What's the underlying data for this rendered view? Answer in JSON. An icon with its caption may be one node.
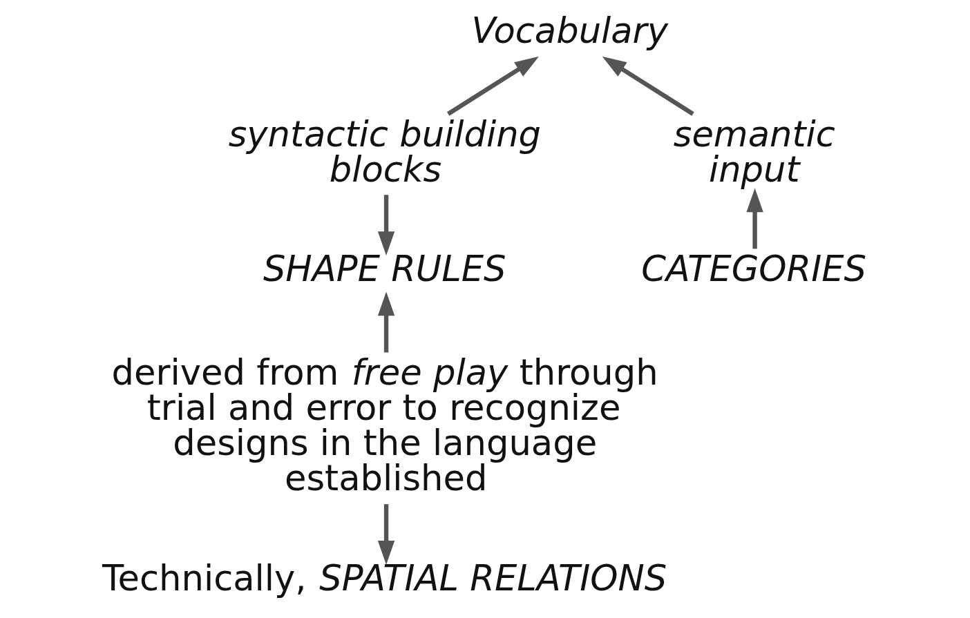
{
  "diagram": {
    "nodes": [
      {
        "text": [
          "Vocabulary"
        ]
      },
      {
        "text": [
          "syntactic building blocks"
        ]
      },
      {
        "text": [
          "semantic input"
        ]
      },
      {
        "text": [
          "SHAPE RULES"
        ]
      },
      {
        "text": [
          "CATEGORIES"
        ]
      },
      {
        "text": [
          "derived from *free play* through trial and error to recognize designs in the language established"
        ]
      },
      {
        "text": [
          "Technically, *SPATIAL RELATIONS*"
        ]
      }
    ],
    "edges": [
      {
        "from": 1,
        "to": 0,
        "arrow": "to"
      },
      {
        "from": 2,
        "to": 0,
        "arrow": "to"
      },
      {
        "from": 1,
        "to": 3,
        "arrow": "to"
      },
      {
        "from": 4,
        "to": 2,
        "arrow": "to"
      },
      {
        "from": 5,
        "to": 3,
        "arrow": "to"
      },
      {
        "from": 5,
        "to": 6,
        "arrow": "to"
      }
    ]
  }
}
